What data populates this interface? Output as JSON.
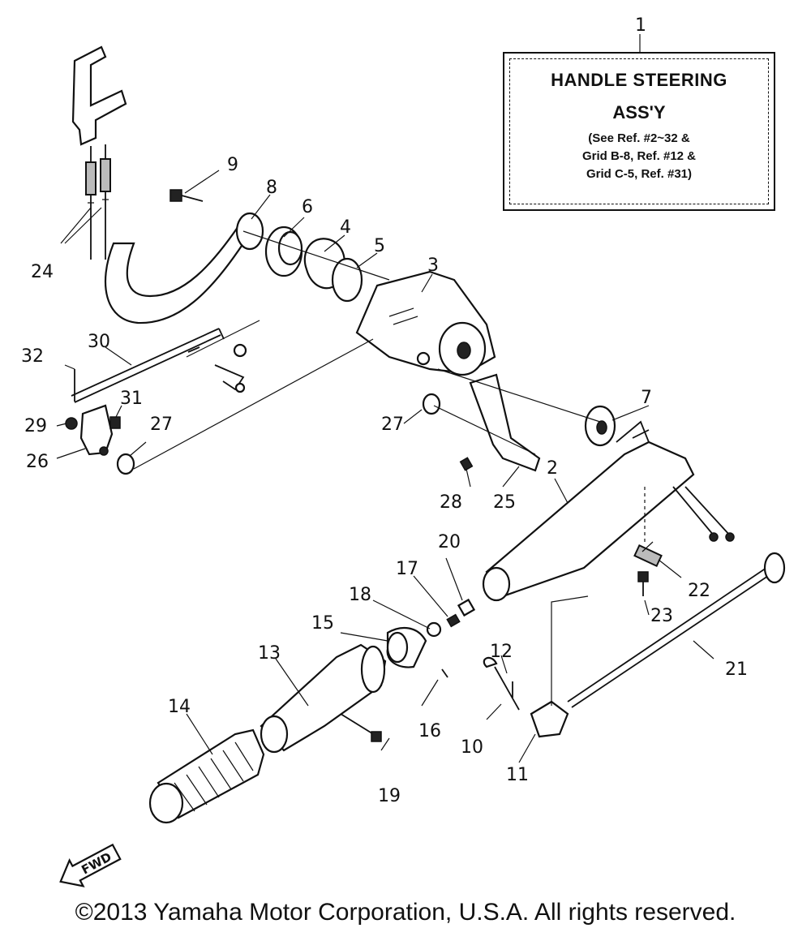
{
  "assembly_box": {
    "ref": "1",
    "title": "HANDLE STEERING",
    "subtitle": "ASS'Y",
    "notes": [
      "(See Ref. #2~32 &",
      "Grid B-8, Ref. #12 &",
      "Grid C-5, Ref. #31)"
    ]
  },
  "callouts": {
    "r2": "2",
    "r3": "3",
    "r4": "4",
    "r5": "5",
    "r6": "6",
    "r7": "7",
    "r8": "8",
    "r9": "9",
    "r10": "10",
    "r11": "11",
    "r12": "12",
    "r13": "13",
    "r14": "14",
    "r15": "15",
    "r16": "16",
    "r17": "17",
    "r18": "18",
    "r19": "19",
    "r20": "20",
    "r21": "21",
    "r22": "22",
    "r23": "23",
    "r24": "24",
    "r25": "25",
    "r26": "26",
    "r27a": "27",
    "r27b": "27",
    "r28": "28",
    "r29": "29",
    "r30": "30",
    "r31": "31",
    "r32": "32"
  },
  "direction_arrow": {
    "label": "FWD"
  },
  "copyright": "©2013 Yamaha Motor Corporation, U.S.A. All rights reserved."
}
